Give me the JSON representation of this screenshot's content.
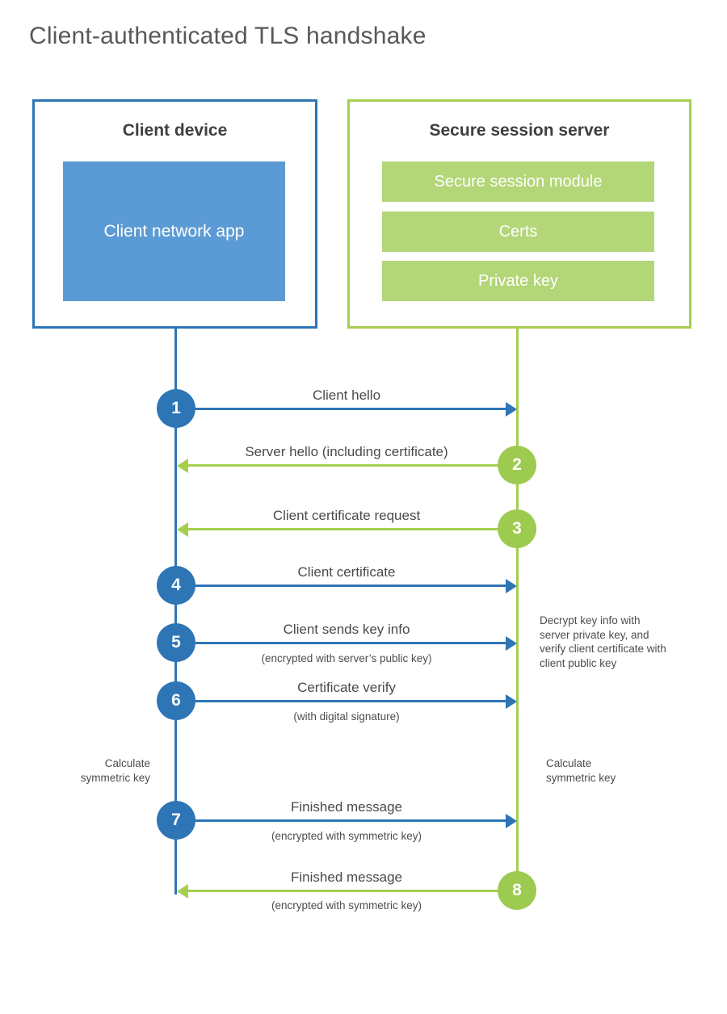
{
  "title": "Client-authenticated TLS handshake",
  "client_box": {
    "title": "Client device",
    "app": "Client network app"
  },
  "server_box": {
    "title": "Secure session server",
    "modules": [
      "Secure session module",
      "Certs",
      "Private key"
    ]
  },
  "steps": [
    {
      "num": "1",
      "label": "Client hello",
      "sub": "",
      "from": "client"
    },
    {
      "num": "2",
      "label": "Server hello (including certificate)",
      "sub": "",
      "from": "server"
    },
    {
      "num": "3",
      "label": "Client certificate request",
      "sub": "",
      "from": "server"
    },
    {
      "num": "4",
      "label": "Client certificate",
      "sub": "",
      "from": "client"
    },
    {
      "num": "5",
      "label": "Client sends key info",
      "sub": "(encrypted with server’s public key)",
      "from": "client"
    },
    {
      "num": "6",
      "label": "Certificate verify",
      "sub": "(with digital signature)",
      "from": "client"
    },
    {
      "num": "7",
      "label": "Finished message",
      "sub": "(encrypted with symmetric key)",
      "from": "client"
    },
    {
      "num": "8",
      "label": "Finished message",
      "sub": "(encrypted with symmetric key)",
      "from": "server"
    }
  ],
  "annotations": {
    "decrypt_note": "Decrypt key info with server private key, and verify client certificate with client public key",
    "calc_left": "Calculate symmetric key",
    "calc_right": "Calculate symmetric key"
  },
  "colors": {
    "blue": "#2E75B6",
    "blue_fill": "#5B9BD5",
    "green": "#A6CE4F",
    "green_fill": "#B3D678",
    "green_circle": "#9DCB4F",
    "text": "#4D4D4D"
  }
}
